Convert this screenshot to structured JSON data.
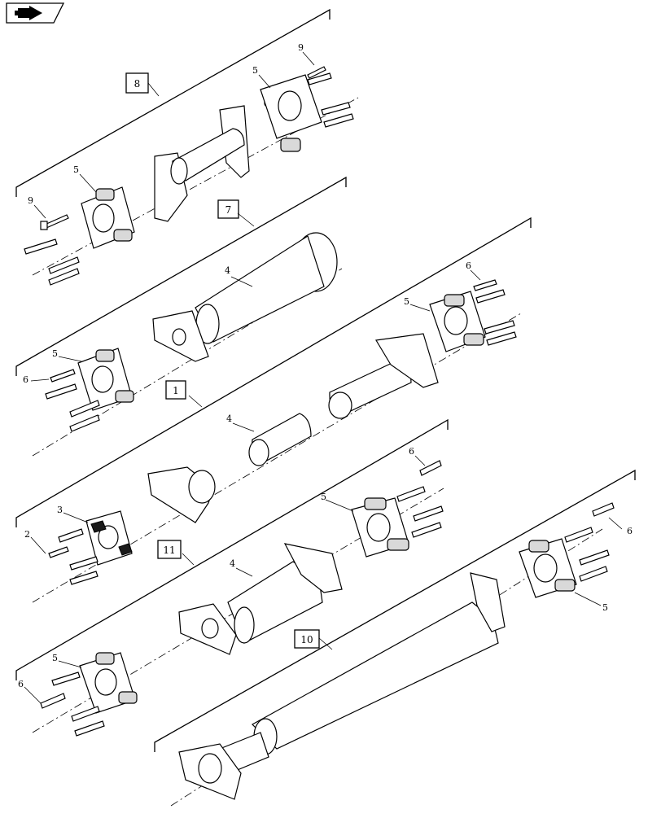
{
  "nav": {
    "icon": "book-arrow-icon"
  },
  "assemblies": [
    {
      "id": "asm-8",
      "label": "8"
    },
    {
      "id": "asm-7",
      "label": "7"
    },
    {
      "id": "asm-1",
      "label": "1"
    },
    {
      "id": "asm-11",
      "label": "11"
    },
    {
      "id": "asm-10",
      "label": "10"
    }
  ],
  "callouts": [
    {
      "id": "c-9a",
      "text": "9"
    },
    {
      "id": "c-5a",
      "text": "5"
    },
    {
      "id": "c-5b",
      "text": "5"
    },
    {
      "id": "c-9b",
      "text": "9"
    },
    {
      "id": "c-4a",
      "text": "4"
    },
    {
      "id": "c-6a",
      "text": "6"
    },
    {
      "id": "c-5c",
      "text": "5"
    },
    {
      "id": "c-5d",
      "text": "5"
    },
    {
      "id": "c-6b",
      "text": "6"
    },
    {
      "id": "c-4b",
      "text": "4"
    },
    {
      "id": "c-3",
      "text": "3"
    },
    {
      "id": "c-2",
      "text": "2"
    },
    {
      "id": "c-6c",
      "text": "6"
    },
    {
      "id": "c-5e",
      "text": "5"
    },
    {
      "id": "c-6d",
      "text": "6"
    },
    {
      "id": "c-4c",
      "text": "4"
    },
    {
      "id": "c-5f",
      "text": "5"
    },
    {
      "id": "c-5g",
      "text": "5"
    },
    {
      "id": "c-6e",
      "text": "6"
    }
  ]
}
